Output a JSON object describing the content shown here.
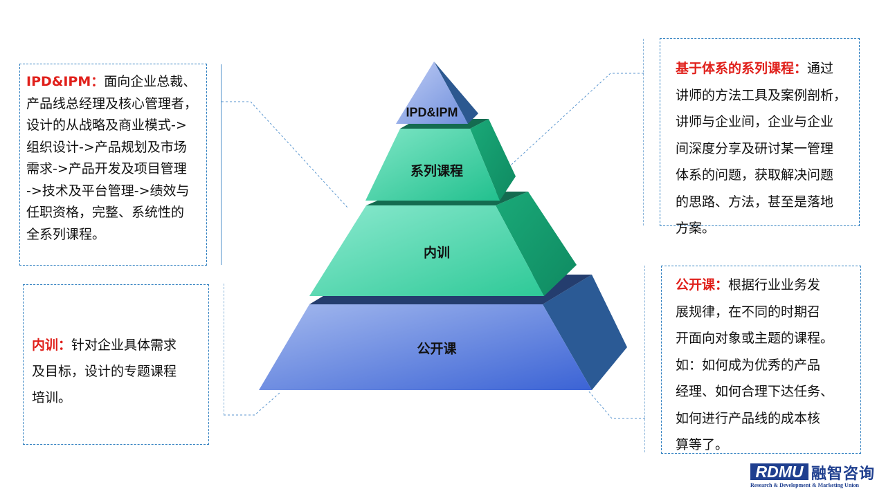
{
  "pyramid": {
    "tiers": [
      {
        "label": "IPD&IPM"
      },
      {
        "label": "系列课程"
      },
      {
        "label": "内训"
      },
      {
        "label": "公开课"
      }
    ]
  },
  "boxes": {
    "ipd": {
      "title": "IPD&IPM：",
      "text": "面向企业总裁、\n产品线总经理及核心管理者，\n设计的从战略及商业模式->\n组织设计->产品规划及市场\n需求->产品开发及项目管理\n->技术及平台管理->绩效与\n任职资格，完整、系统性的\n全系列课程。"
    },
    "series": {
      "title": "基于体系的系列课程：",
      "text": "通过\n讲师的方法工具及案例剖析，\n讲师与企业间，企业与企业\n间深度分享及研讨某一管理\n体系的问题，获取解决问题\n的思路、方法，甚至是落地\n方案。"
    },
    "inner": {
      "title": "内训：",
      "text": "针对企业具体需求\n及目标，设计的专题课程\n培训。"
    },
    "public": {
      "title": "公开课：",
      "text": "根据行业业务发\n展规律，在不同的时期召\n开面向对象或主题的课程。\n如：如何成为优秀的产品\n经理、如何合理下达任务、\n如何进行产品线的成本核\n算等了。"
    }
  },
  "logo": {
    "mark": "RDMU",
    "cn": "融智咨询",
    "sub": "Research & Development & Marketing Union"
  },
  "colors": {
    "highlight": "#e0201b",
    "border": "#2f7fc0",
    "tier_blue": "#7a9be6",
    "tier_green": "#3fd5a8",
    "logo": "#1f3f8f"
  }
}
